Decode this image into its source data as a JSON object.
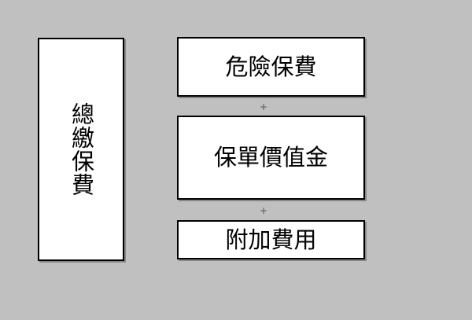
{
  "diagram": {
    "total": {
      "label": "總繳保費"
    },
    "components": [
      {
        "label": "危險保費"
      },
      {
        "label": "保單價值金"
      },
      {
        "label": "附加費用"
      }
    ],
    "operators": [
      "+",
      "+"
    ]
  },
  "colors": {
    "background": "#c0c0c0",
    "box_fill": "#ffffff",
    "box_border": "#000000",
    "text": "#000000"
  }
}
